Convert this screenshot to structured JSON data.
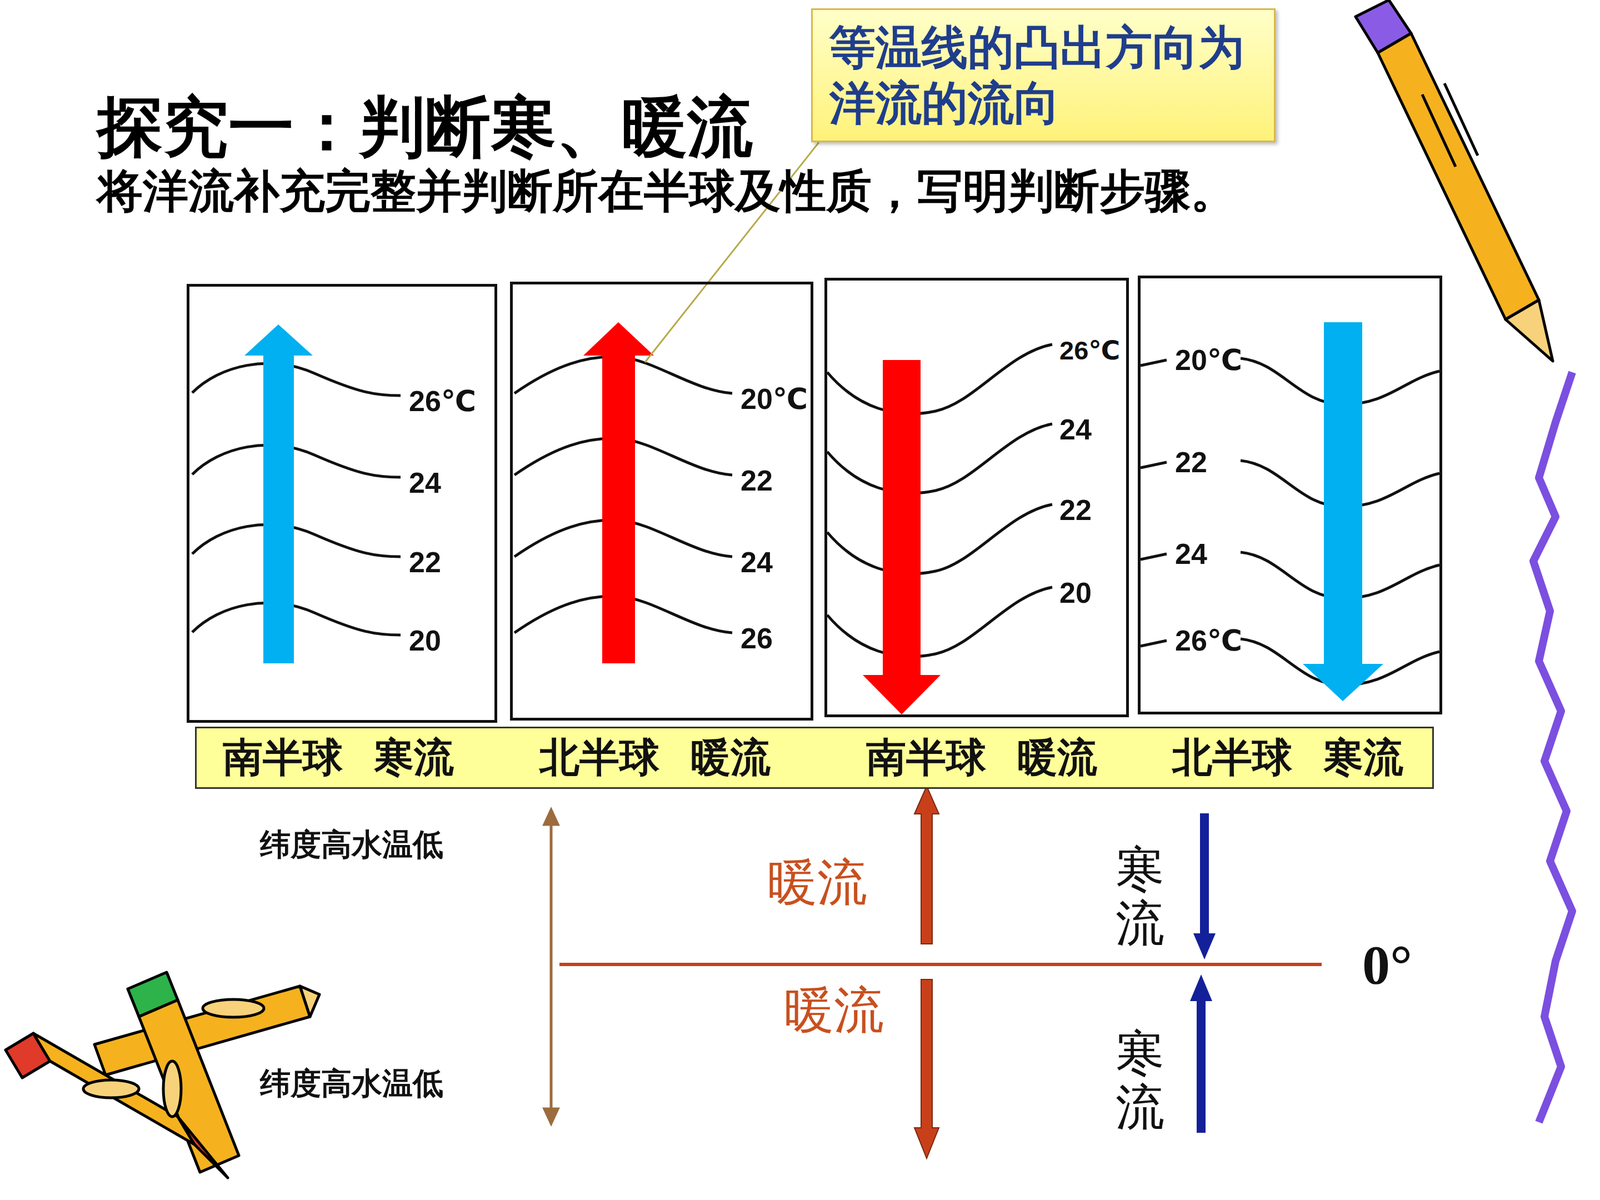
{
  "diagram": {
    "title": "探究一：判断寒、暖流",
    "nodes": [
      {
        "text": [
          "等温线的凸出方向为洋流的流向"
        ]
      },
      {
        "text": [
          "26℃",
          "24",
          "22",
          "20"
        ]
      },
      {
        "text": [
          "20℃",
          "22",
          "24",
          "26"
        ]
      },
      {
        "text": [
          "26℃",
          "24",
          "22",
          "20"
        ]
      },
      {
        "text": [
          "20℃",
          "22",
          "24",
          "26℃"
        ]
      },
      {
        "text": [
          "南半球 寒流",
          "北半球 暖流",
          "南半球 暖流",
          "北半球 寒流"
        ]
      }
    ],
    "edges": [
      {
        "from": 0,
        "to": 2,
        "arrow": "none"
      }
    ],
    "labels": [
      "将洋流补充完整并判断所在半球及性质，写明判断步骤。",
      "纬度高水温低",
      "暖流",
      "寒流",
      "0°",
      "暖流",
      "寒流",
      "纬度高水温低"
    ]
  }
}
